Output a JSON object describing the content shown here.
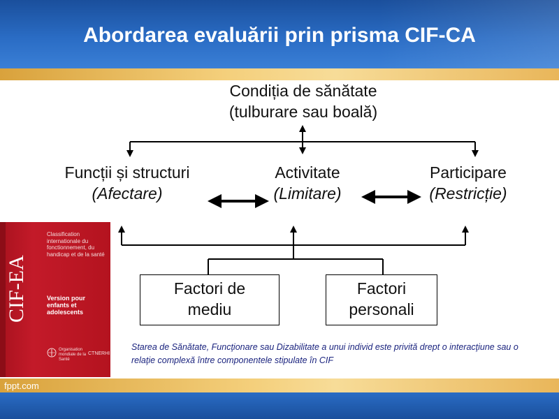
{
  "slide": {
    "title": "Abordarea evaluării prin prisma CIF-CA",
    "brand": "fppt.com"
  },
  "diagram": {
    "top": {
      "line1": "Condiția de sănătate",
      "line2": "(tulburare sau boală)"
    },
    "nodes": {
      "functions": {
        "line1": "Funcții și structuri",
        "line2": "(Afectare)"
      },
      "activity": {
        "line1": "Activitate",
        "line2": "(Limitare)"
      },
      "participation": {
        "line1": "Participare",
        "line2": "(Restricție)"
      }
    },
    "factors": {
      "environment": {
        "line1": "Factori de",
        "line2": "mediu"
      },
      "personal": {
        "line1": "Factori",
        "line2": "personali"
      }
    },
    "note": "Starea de Sănătate, Funcţionare sau Dizabilitate a unui individ este privită drept o interacţiune sau o relaţie complexă între componentele stipulate în CIF"
  },
  "book": {
    "title": "CIF-EA",
    "description": "Classification internationale du fonctionnement, du handicap et de la santé",
    "version": "Version pour enfants et adolescents",
    "organization": "Organisation mondiale de la Santé",
    "publisher": "CTNERHI"
  },
  "colors": {
    "header_blue": "#2a6cc4",
    "gold": "#f4cf7b",
    "book_red": "#c31a29",
    "note_text": "#1a237e"
  }
}
